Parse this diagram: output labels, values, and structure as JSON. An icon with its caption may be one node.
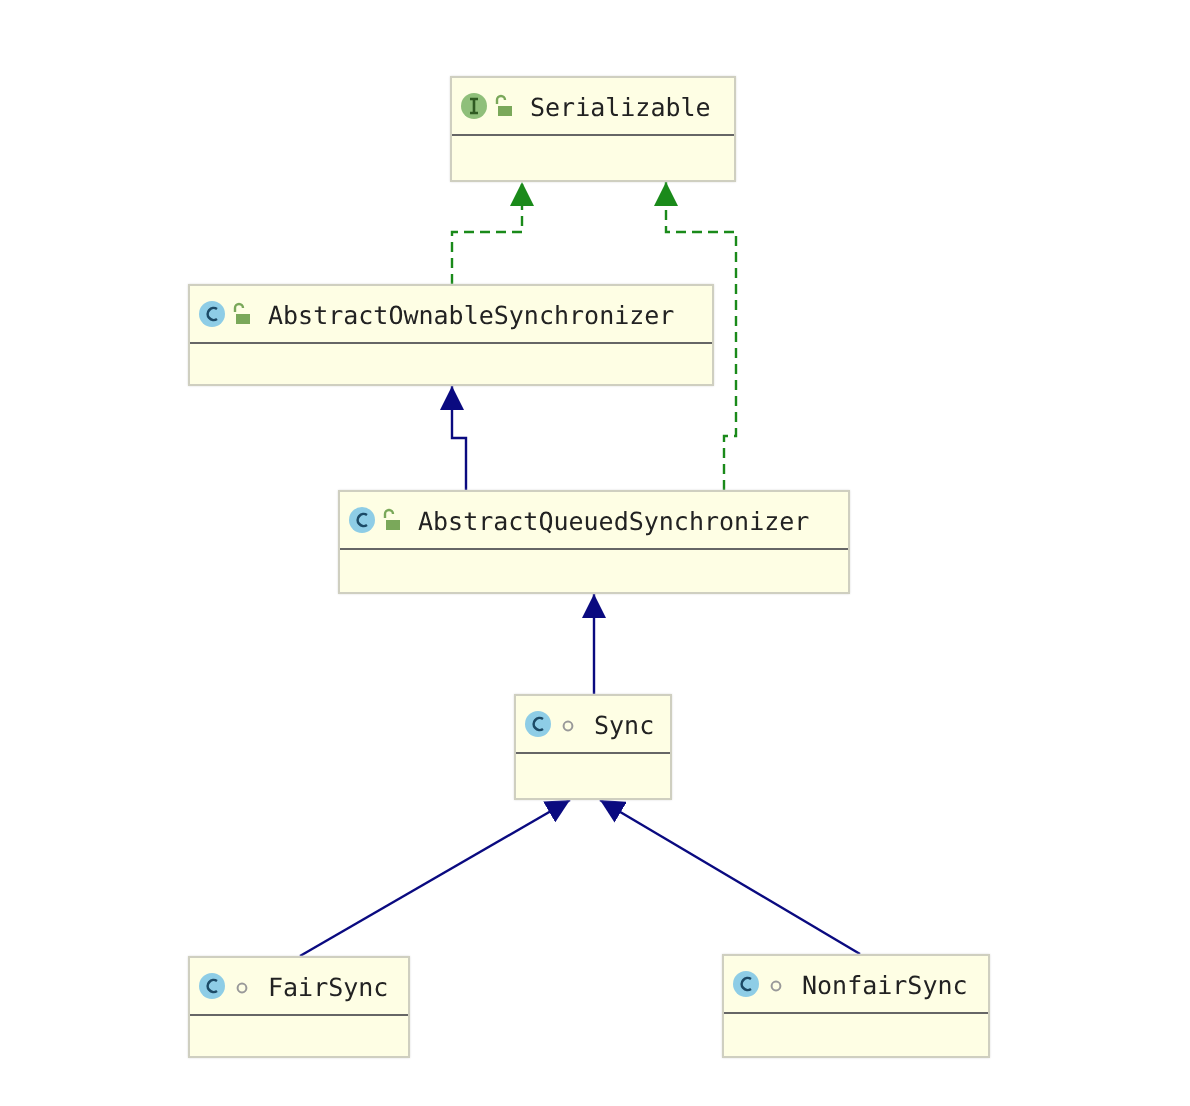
{
  "diagram": {
    "nodes": [
      {
        "text": [
          "Serializable"
        ]
      },
      {
        "text": [
          "AbstractOwnableSynchronizer"
        ]
      },
      {
        "text": [
          "AbstractQueuedSynchronizer"
        ]
      },
      {
        "text": [
          "Sync"
        ]
      },
      {
        "text": [
          "FairSync"
        ]
      },
      {
        "text": [
          "NonfairSync"
        ]
      }
    ],
    "edges": [
      {
        "from": 1,
        "to": 0,
        "arrow": "to",
        "style": "dashed",
        "color": "#1a8a1a"
      },
      {
        "from": 2,
        "to": 0,
        "arrow": "to",
        "style": "dashed",
        "color": "#1a8a1a"
      },
      {
        "from": 2,
        "to": 1,
        "arrow": "to"
      },
      {
        "from": 3,
        "to": 2,
        "arrow": "to"
      },
      {
        "from": 4,
        "to": 3,
        "arrow": "to"
      },
      {
        "from": 5,
        "to": 3,
        "arrow": "to"
      }
    ]
  }
}
